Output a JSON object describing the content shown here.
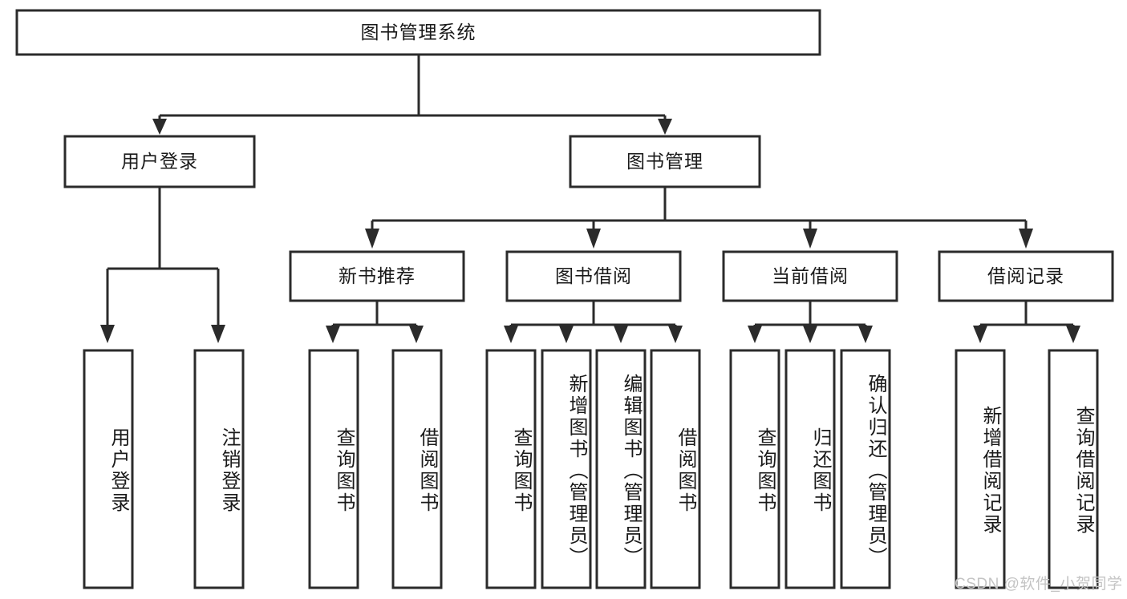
{
  "diagram": {
    "type": "tree-hierarchy",
    "title_node": {
      "id": "root",
      "label": "图书管理系统"
    },
    "level1": [
      {
        "id": "user-login",
        "label": "用户登录"
      },
      {
        "id": "book-management",
        "label": "图书管理"
      }
    ],
    "level2": [
      {
        "id": "new-book-recommend",
        "label": "新书推荐",
        "parent": "book-management"
      },
      {
        "id": "book-borrow",
        "label": "图书借阅",
        "parent": "book-management"
      },
      {
        "id": "current-borrow",
        "label": "当前借阅",
        "parent": "book-management"
      },
      {
        "id": "borrow-record",
        "label": "借阅记录",
        "parent": "book-management"
      }
    ],
    "leaves": [
      {
        "id": "leaf-user-login",
        "label": "用户登录",
        "parent": "user-login"
      },
      {
        "id": "leaf-logout-login",
        "label": "注销登录",
        "parent": "user-login"
      },
      {
        "id": "leaf-query-book-1",
        "label": "查询图书",
        "parent": "new-book-recommend"
      },
      {
        "id": "leaf-borrow-book-1",
        "label": "借阅图书",
        "parent": "new-book-recommend"
      },
      {
        "id": "leaf-query-book-2",
        "label": "查询图书",
        "parent": "book-borrow"
      },
      {
        "id": "leaf-add-book",
        "label": "新增图书（管理员）",
        "parent": "book-borrow"
      },
      {
        "id": "leaf-edit-book",
        "label": "编辑图书（管理员）",
        "parent": "book-borrow"
      },
      {
        "id": "leaf-borrow-book-2",
        "label": "借阅图书",
        "parent": "book-borrow"
      },
      {
        "id": "leaf-query-book-3",
        "label": "查询图书",
        "parent": "current-borrow"
      },
      {
        "id": "leaf-return-book",
        "label": "归还图书",
        "parent": "current-borrow"
      },
      {
        "id": "leaf-confirm-return",
        "label": "确认归还（管理员）",
        "parent": "current-borrow"
      },
      {
        "id": "leaf-add-record",
        "label": "新增借阅记录",
        "parent": "borrow-record"
      },
      {
        "id": "leaf-query-record",
        "label": "查询借阅记录",
        "parent": "borrow-record"
      }
    ],
    "colors": {
      "box_fill": "#ffffff",
      "box_stroke": "#2b2b2b",
      "text": "#1a1a1a",
      "background": "#ffffff",
      "watermark": "#c4c4c4"
    }
  },
  "watermark": {
    "text": "CSDN @软件_小贺同学"
  }
}
